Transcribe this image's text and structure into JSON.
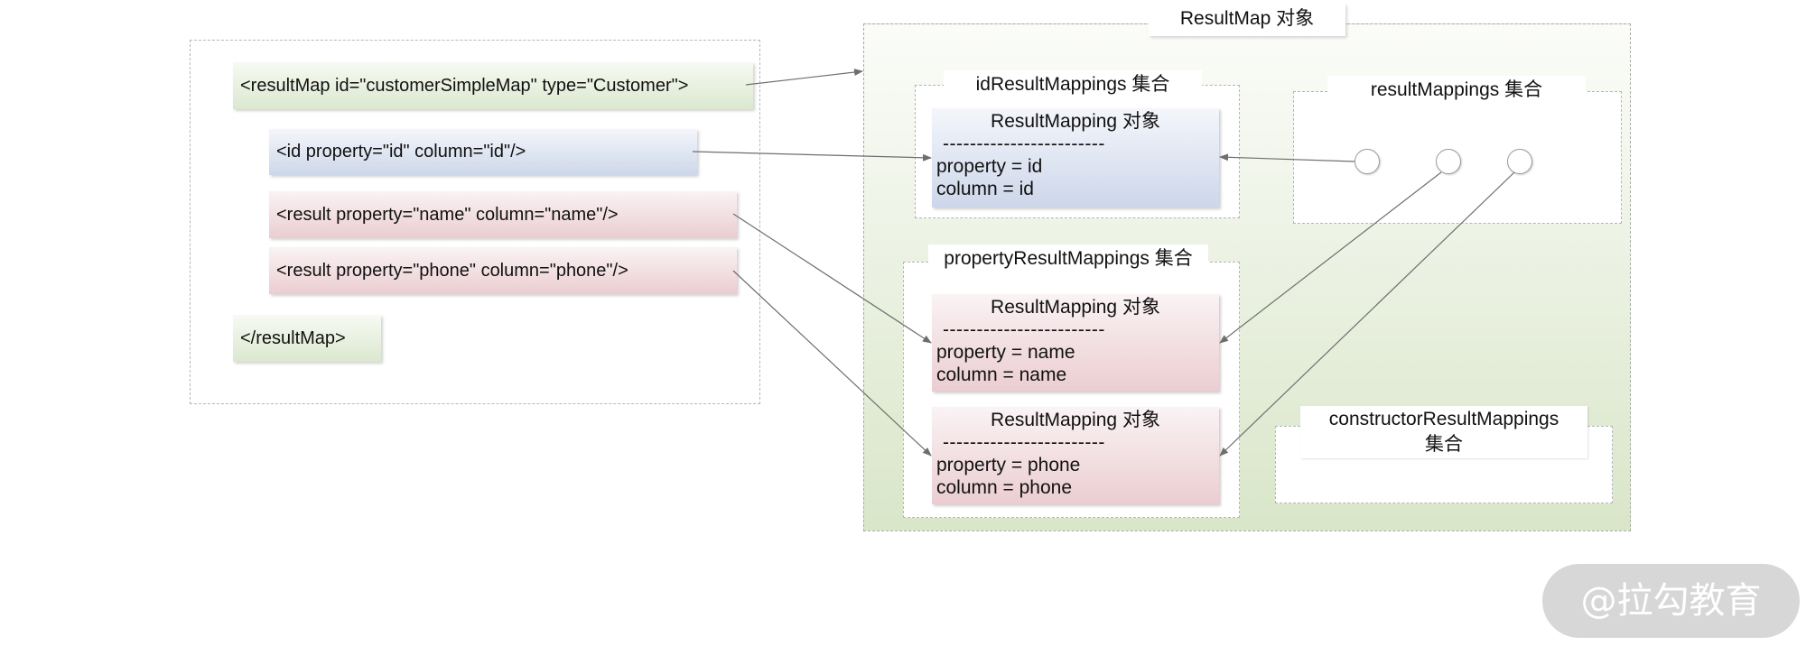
{
  "xml": {
    "open_tag": "<resultMap id=\"customerSimpleMap\" type=\"Customer\">",
    "id_line": "<id property=\"id\" column=\"id\"/>",
    "name_line": "<result property=\"name\" column=\"name\"/>",
    "phone_line": "<result property=\"phone\" column=\"phone\"/>",
    "close_tag": "</resultMap>"
  },
  "result_map": {
    "title": "ResultMap 对象",
    "id_group": {
      "title": "idResultMappings 集合",
      "object": {
        "title": "ResultMapping 对象",
        "separator": "------------------------",
        "property": "property = id",
        "column": "column = id"
      }
    },
    "result_mappings": {
      "title": "resultMappings 集合"
    },
    "property_group": {
      "title": "propertyResultMappings 集合",
      "objects": [
        {
          "title": "ResultMapping 对象",
          "separator": "------------------------",
          "property": "property = name",
          "column": "column = name"
        },
        {
          "title": "ResultMapping 对象",
          "separator": "------------------------",
          "property": "property = phone",
          "column": "column = phone"
        }
      ]
    },
    "constructor_group": {
      "title_line1": "constructorResultMappings",
      "title_line2": "集合"
    }
  },
  "watermark": "@拉勾教育",
  "colors": {
    "green_fill": "#dbe8cf",
    "blue_fill": "#cdd7ea",
    "red_fill": "#ebcdd1",
    "arrow": "#6e6e6e"
  }
}
